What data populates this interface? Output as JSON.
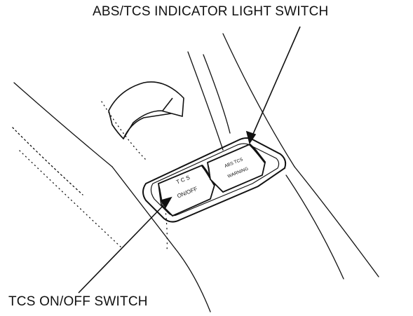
{
  "labels": {
    "indicator_switch": "ABS/TCS INDICATOR LIGHT SWITCH",
    "onoff_switch": "TCS ON/OFF SWITCH"
  },
  "buttons": {
    "tcs_line1": "T C S",
    "tcs_line2": "ON/OFF",
    "abs_line1": "ABS TCS",
    "abs_line2": "WARNING"
  },
  "colors": {
    "ink": "#111111",
    "background": "#ffffff"
  }
}
